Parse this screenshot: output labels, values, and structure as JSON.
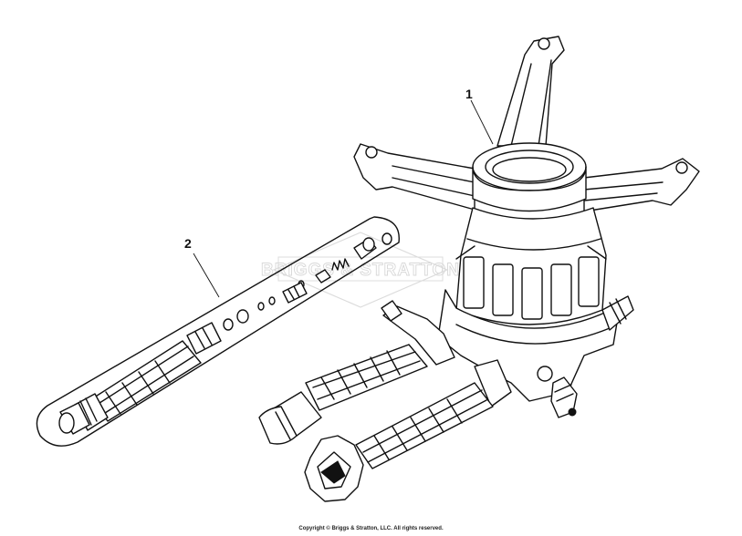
{
  "callouts": {
    "part_1": "1",
    "part_2": "2"
  },
  "watermark": "BRIGGS & STRATTON",
  "copyright": "Copyright © Briggs & Stratton, LLC. All rights reserved."
}
